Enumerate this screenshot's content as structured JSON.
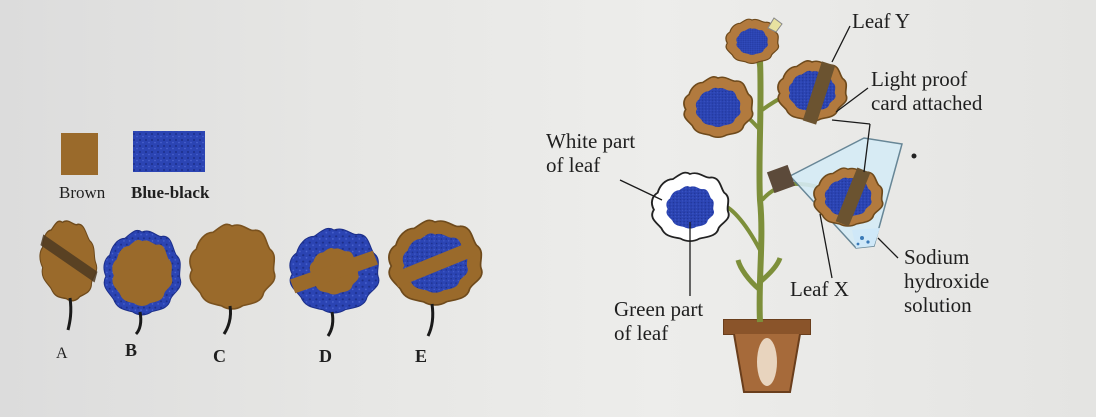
{
  "legend": {
    "brown_label": "Brown",
    "blueblack_label": "Blue-black",
    "brown_color": "#9a6a2b",
    "blue_color": "#2e48b8"
  },
  "leaves": [
    {
      "letter": "A"
    },
    {
      "letter": "B"
    },
    {
      "letter": "C"
    },
    {
      "letter": "D"
    },
    {
      "letter": "E"
    }
  ],
  "plant_labels": {
    "leaf_y": "Leaf Y",
    "light_proof_1": "Light proof",
    "light_proof_2": "card attached",
    "white_part_1": "White part",
    "white_part_2": "of leaf",
    "green_part_1": "Green part",
    "green_part_2": "of leaf",
    "leaf_x": "Leaf X",
    "sodium_1": "Sodium",
    "sodium_2": "hydroxide",
    "sodium_3": "solution"
  }
}
